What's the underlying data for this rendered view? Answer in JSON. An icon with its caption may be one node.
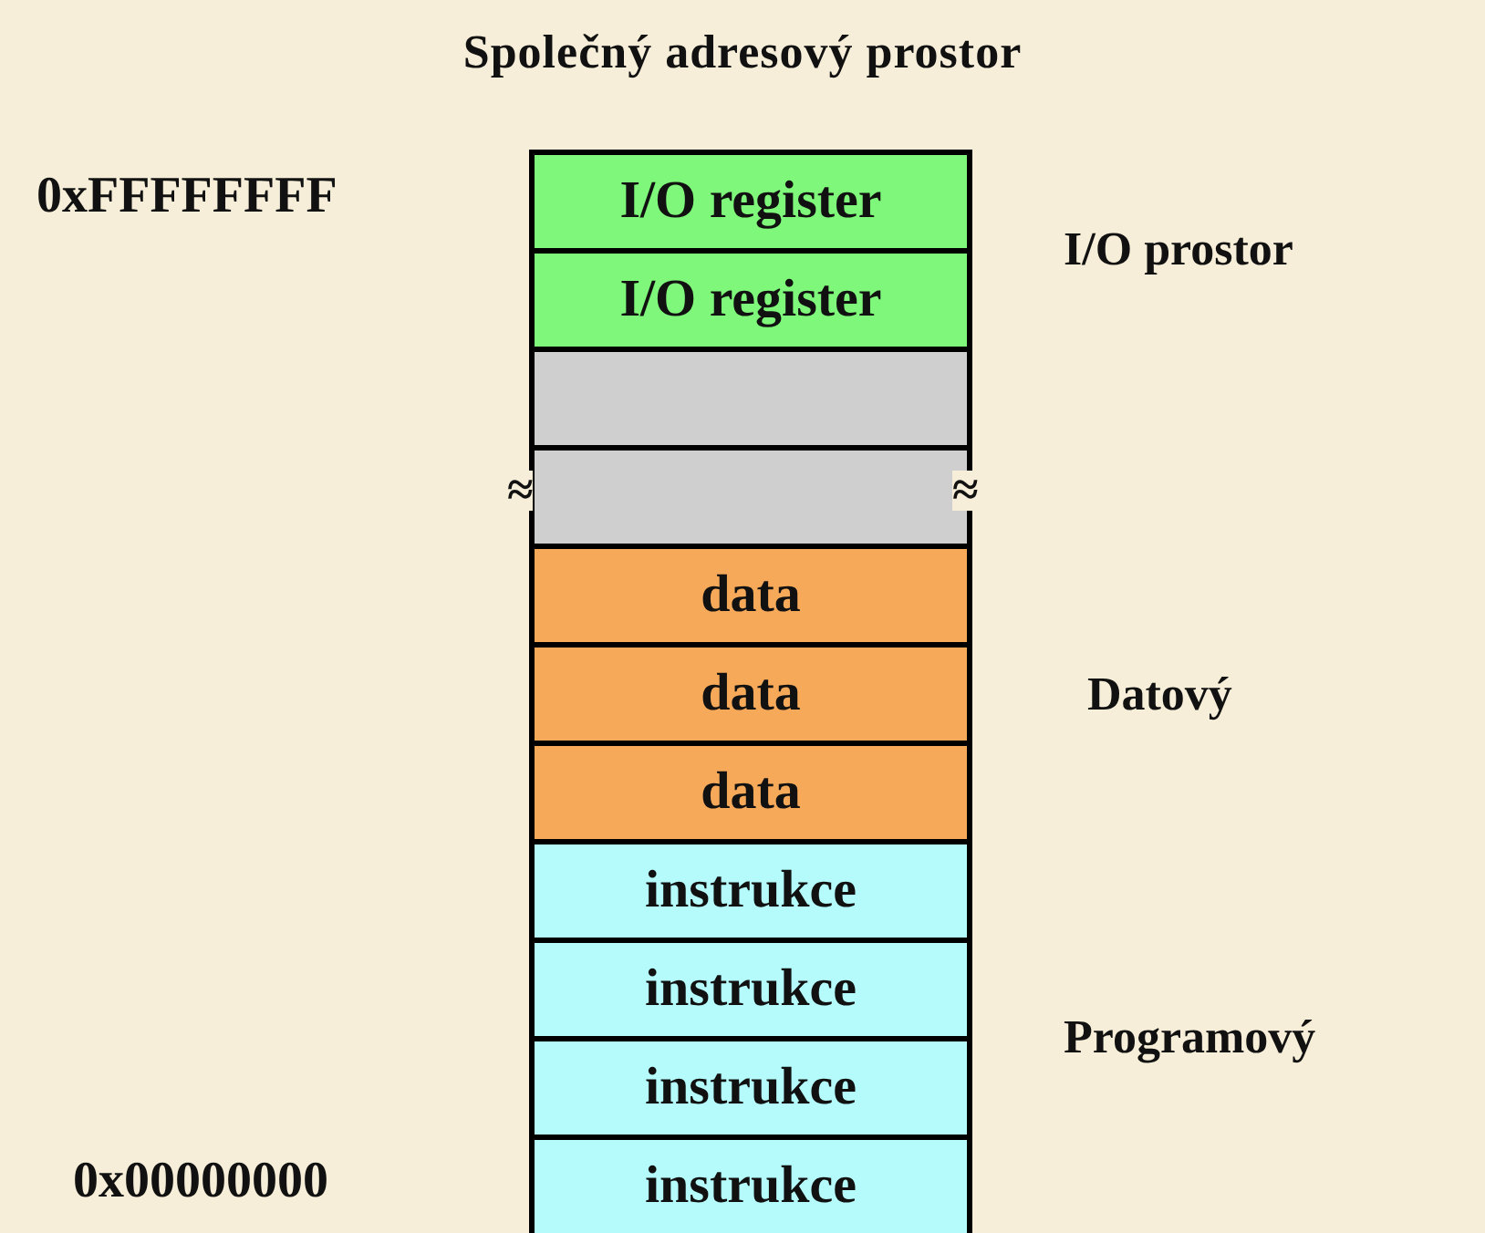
{
  "diagram": {
    "title": "Společný adresový prostor",
    "nodes": [
      {
        "text": [
          "I/O register"
        ]
      },
      {
        "text": [
          "I/O register"
        ]
      },
      {
        "text": [],
        "shape": "box"
      },
      {
        "text": [],
        "shape": "box"
      },
      {
        "text": [
          "data"
        ]
      },
      {
        "text": [
          "data"
        ]
      },
      {
        "text": [
          "data"
        ]
      },
      {
        "text": [
          "instrukce"
        ]
      },
      {
        "text": [
          "instrukce"
        ]
      },
      {
        "text": [
          "instrukce"
        ]
      },
      {
        "text": [
          "instrukce"
        ]
      }
    ],
    "edges": [],
    "labels": [
      "0xFFFFFFFF",
      "I/O prostor",
      "≈",
      "≈",
      "Datový",
      "Programový",
      "0x00000000"
    ]
  }
}
